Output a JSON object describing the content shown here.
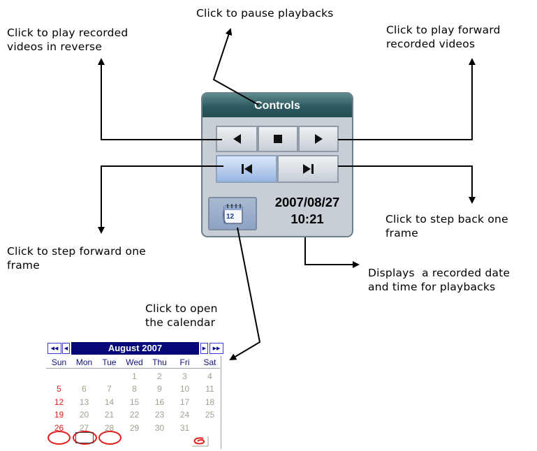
{
  "annotations": {
    "reverse": "Click to play recorded\nvideos in reverse",
    "pause": "Click to pause playbacks",
    "forward": "Click to play forward\nrecorded videos",
    "step_forward": "Click to step forward one\nframe",
    "step_back": "Click to step back one\nframe",
    "datetime": "Displays  a recorded date\nand time for playbacks",
    "calendar": "Click to open\nthe calendar"
  },
  "controls": {
    "title": "Controls",
    "date": "2007/08/27",
    "time": "10:21",
    "calendar_icon_day": "12"
  },
  "calendar": {
    "month": "August 2007",
    "nav_prev_year": "◀◀",
    "nav_prev_month": "◀",
    "nav_next_month": "▶",
    "nav_next_year": "▶▶",
    "weekdays": [
      "Sun",
      "Mon",
      "Tue",
      "Wed",
      "Thu",
      "Fri",
      "Sat"
    ],
    "weeks": [
      [
        "",
        "",
        "",
        "1",
        "2",
        "3",
        "4"
      ],
      [
        "5",
        "6",
        "7",
        "8",
        "9",
        "10",
        "11"
      ],
      [
        "12",
        "13",
        "14",
        "15",
        "16",
        "17",
        "18"
      ],
      [
        "19",
        "20",
        "21",
        "22",
        "23",
        "24",
        "25"
      ],
      [
        "26",
        "27",
        "28",
        "29",
        "30",
        "31",
        ""
      ]
    ]
  },
  "colors": {
    "title_bar": "#2d5a60",
    "highlight_button": "#98b6e3",
    "calendar_header": "#06087a",
    "sunday": "#e21d1d"
  }
}
